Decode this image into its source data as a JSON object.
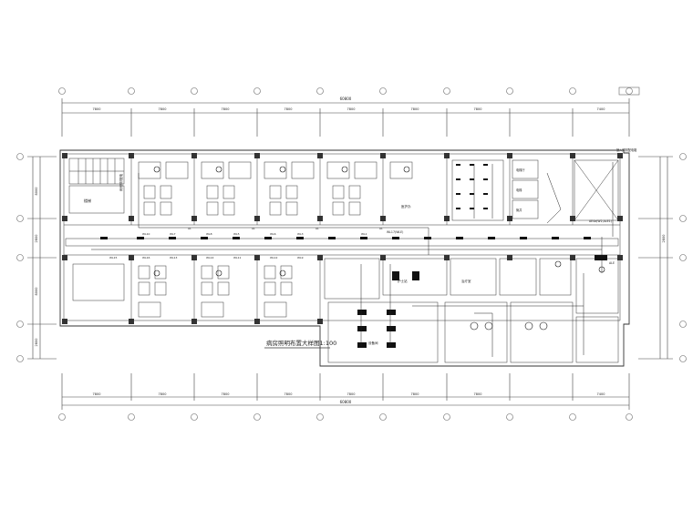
{
  "drawing": {
    "title": "病房照明布置大样图1:100",
    "overall_dimension": "60800",
    "top_spans": [
      "7800",
      "7800",
      "7800",
      "7800",
      "7800",
      "7800",
      "7800",
      "7400"
    ],
    "bottom_spans": [
      "7800",
      "7800",
      "7800",
      "7800",
      "7800",
      "7800",
      "7800",
      "7400"
    ],
    "left_spans": [
      "8000",
      "2800",
      "8000",
      "2800"
    ],
    "right_spans": [
      "",
      "2800",
      ""
    ]
  },
  "annotations": {
    "stair_label": "楼梯",
    "top_left_note": "病房照明配电",
    "top_right_note": "接入照明配电箱",
    "right_mid_note": "AE4a(W2,ALE1)",
    "corridor_note_1": "WL15",
    "corridor_note_2": "WL13",
    "corridor_note_3": "WL11",
    "corridor_note_4": "WL9",
    "corridor_note_5": "WL7",
    "corridor_note_6": "WL5",
    "corridor_note_7": "WL3",
    "corridor_note_8": "WL1",
    "corridor_note_9": "WL16",
    "corridor_note_10": "WL14",
    "corridor_note_11": "WL12",
    "corridor_note_12": "WL10",
    "corridor_note_13": "WL8",
    "corridor_note_14": "WL6",
    "branch_label": "AL",
    "corridor_cable": "WL17(WLE)",
    "room_lounge": "医护办",
    "room_exam": "治疗室",
    "room_nurse": "护士站",
    "room_equip": "设备间",
    "room_elevator_1": "电梯厅",
    "room_elevator_2": "电梯",
    "room_shaft": "管井",
    "panel_label": "ALE"
  },
  "colors": {
    "line": "#333333",
    "grid_bubble": "#555555",
    "accent_title_underline": "#333333",
    "fixture": "#111111"
  }
}
